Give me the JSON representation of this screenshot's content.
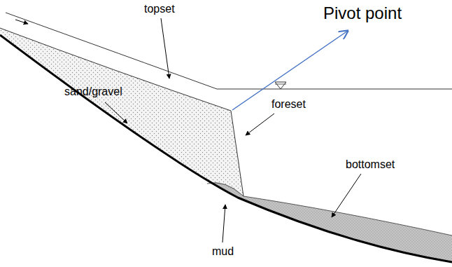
{
  "diagram": {
    "labels": [
      "Pivot point",
      "topset",
      "sand/gravel",
      "foreset",
      "bottomset",
      "mud"
    ]
  }
}
